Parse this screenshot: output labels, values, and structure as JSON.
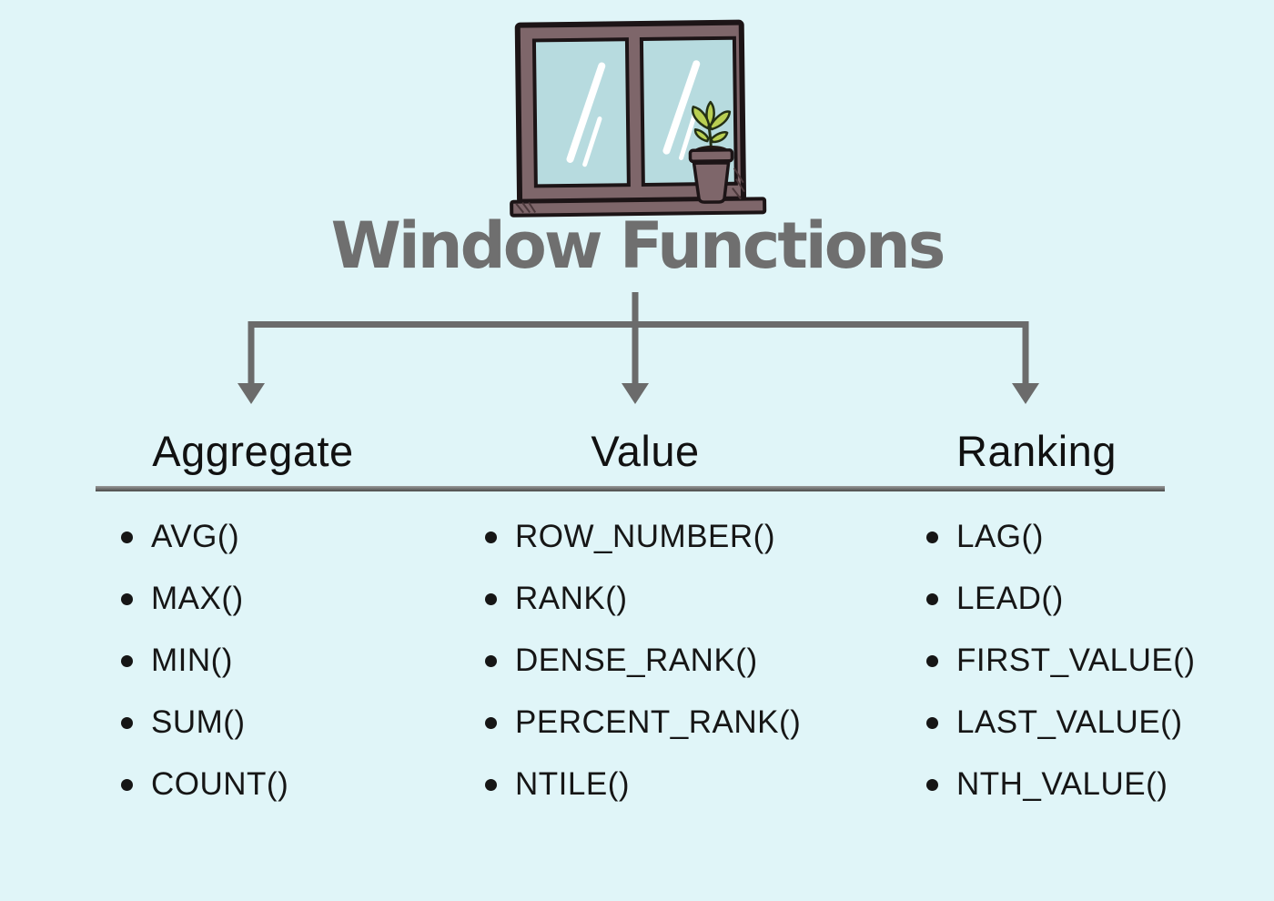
{
  "title": "Window Functions",
  "colors": {
    "background": "#e0f5f8",
    "title": "#6f6f6f",
    "connector": "#6b6b6b",
    "text": "#161616",
    "rule_top": "#9a9a9a",
    "rule_bottom": "#4a4a4a",
    "frame": "#7e666a",
    "frame_dark": "#1c1416",
    "glass": "#b7dbdf",
    "leaf": "#b9cf52",
    "soil": "#241a16"
  },
  "illustration": {
    "name": "window-with-plant"
  },
  "columns": [
    {
      "header": "Aggregate",
      "items": [
        "AVG()",
        "MAX()",
        "MIN()",
        "SUM()",
        "COUNT()"
      ]
    },
    {
      "header": "Value",
      "items": [
        "ROW_NUMBER()",
        "RANK()",
        "DENSE_RANK()",
        "PERCENT_RANK()",
        "NTILE()"
      ]
    },
    {
      "header": "Ranking",
      "items": [
        "LAG()",
        "LEAD()",
        "FIRST_VALUE()",
        "LAST_VALUE()",
        "NTH_VALUE()"
      ]
    }
  ]
}
